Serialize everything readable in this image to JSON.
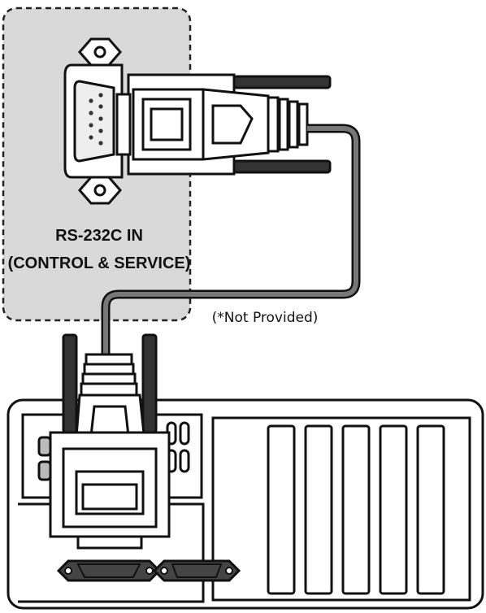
{
  "labels": {
    "port_line1": "RS-232C IN",
    "port_line2": "(CONTROL & SERVICE)",
    "cable_note": "(*Not Provided)"
  },
  "icons": {
    "tv_port": "db9-port-icon",
    "upper_plug": "serial-plug-icon",
    "lower_plug": "serial-plug-icon",
    "pc": "desktop-computer-icon"
  },
  "colors": {
    "outline": "#111111",
    "port_area": "#d9d9d9",
    "cable": "#555555",
    "background": "#ffffff"
  }
}
